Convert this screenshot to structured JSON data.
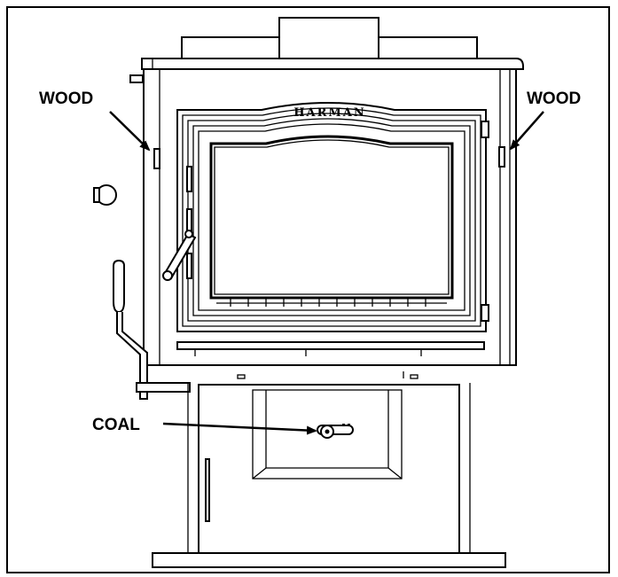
{
  "diagram": {
    "brand_text": "HARMAN",
    "labels": {
      "wood_left": "WOOD",
      "wood_right": "WOOD",
      "coal": "COAL"
    }
  }
}
